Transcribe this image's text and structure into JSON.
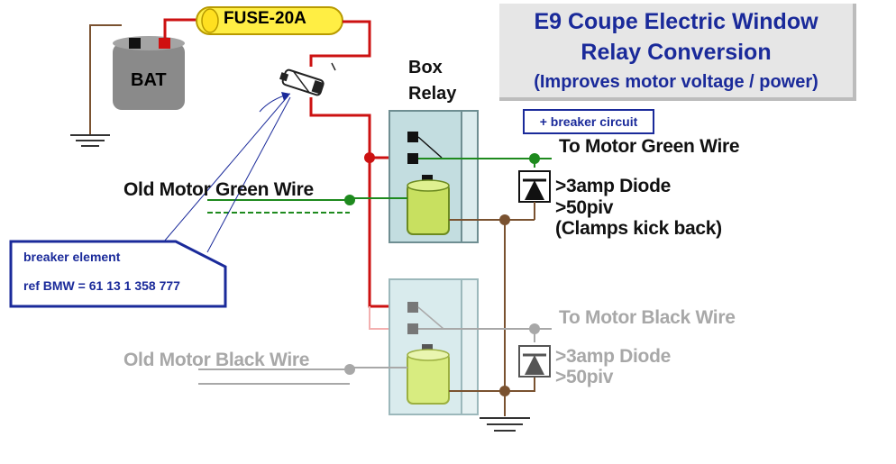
{
  "title": {
    "line1": "E9 Coupe Electric Window",
    "line2": "Relay Conversion",
    "line3": "(Improves motor voltage / power)"
  },
  "battery": {
    "label": "BAT"
  },
  "fuse": {
    "label": "FUSE-20A"
  },
  "relay": {
    "label_line1": "Box",
    "label_line2": "Relay"
  },
  "breaker_circuit": {
    "label": "+ breaker circuit"
  },
  "callout": {
    "line1": "breaker element",
    "line2": "ref BMW = 61 13 1 358 777"
  },
  "wires": {
    "green_out": "To Motor Green Wire",
    "green_in": "Old Motor Green Wire",
    "black_out": "To Motor Black Wire",
    "black_in": "Old Motor Black Wire"
  },
  "diode_top": {
    "line1": ">3amp Diode",
    "line2": ">50piv",
    "line3": "(Clamps kick back)"
  },
  "diode_bottom": {
    "line1": ">3amp Diode",
    "line2": ">50piv"
  },
  "colors": {
    "title_text": "#1a2a9a",
    "positive_wire": "#cc1111",
    "green_wire": "#1e8a1e",
    "ground_wire": "#7a5230",
    "fuse_fill": "#ffee44",
    "relay_body": "#c3dde0",
    "coil_fill": "#c8e060"
  }
}
